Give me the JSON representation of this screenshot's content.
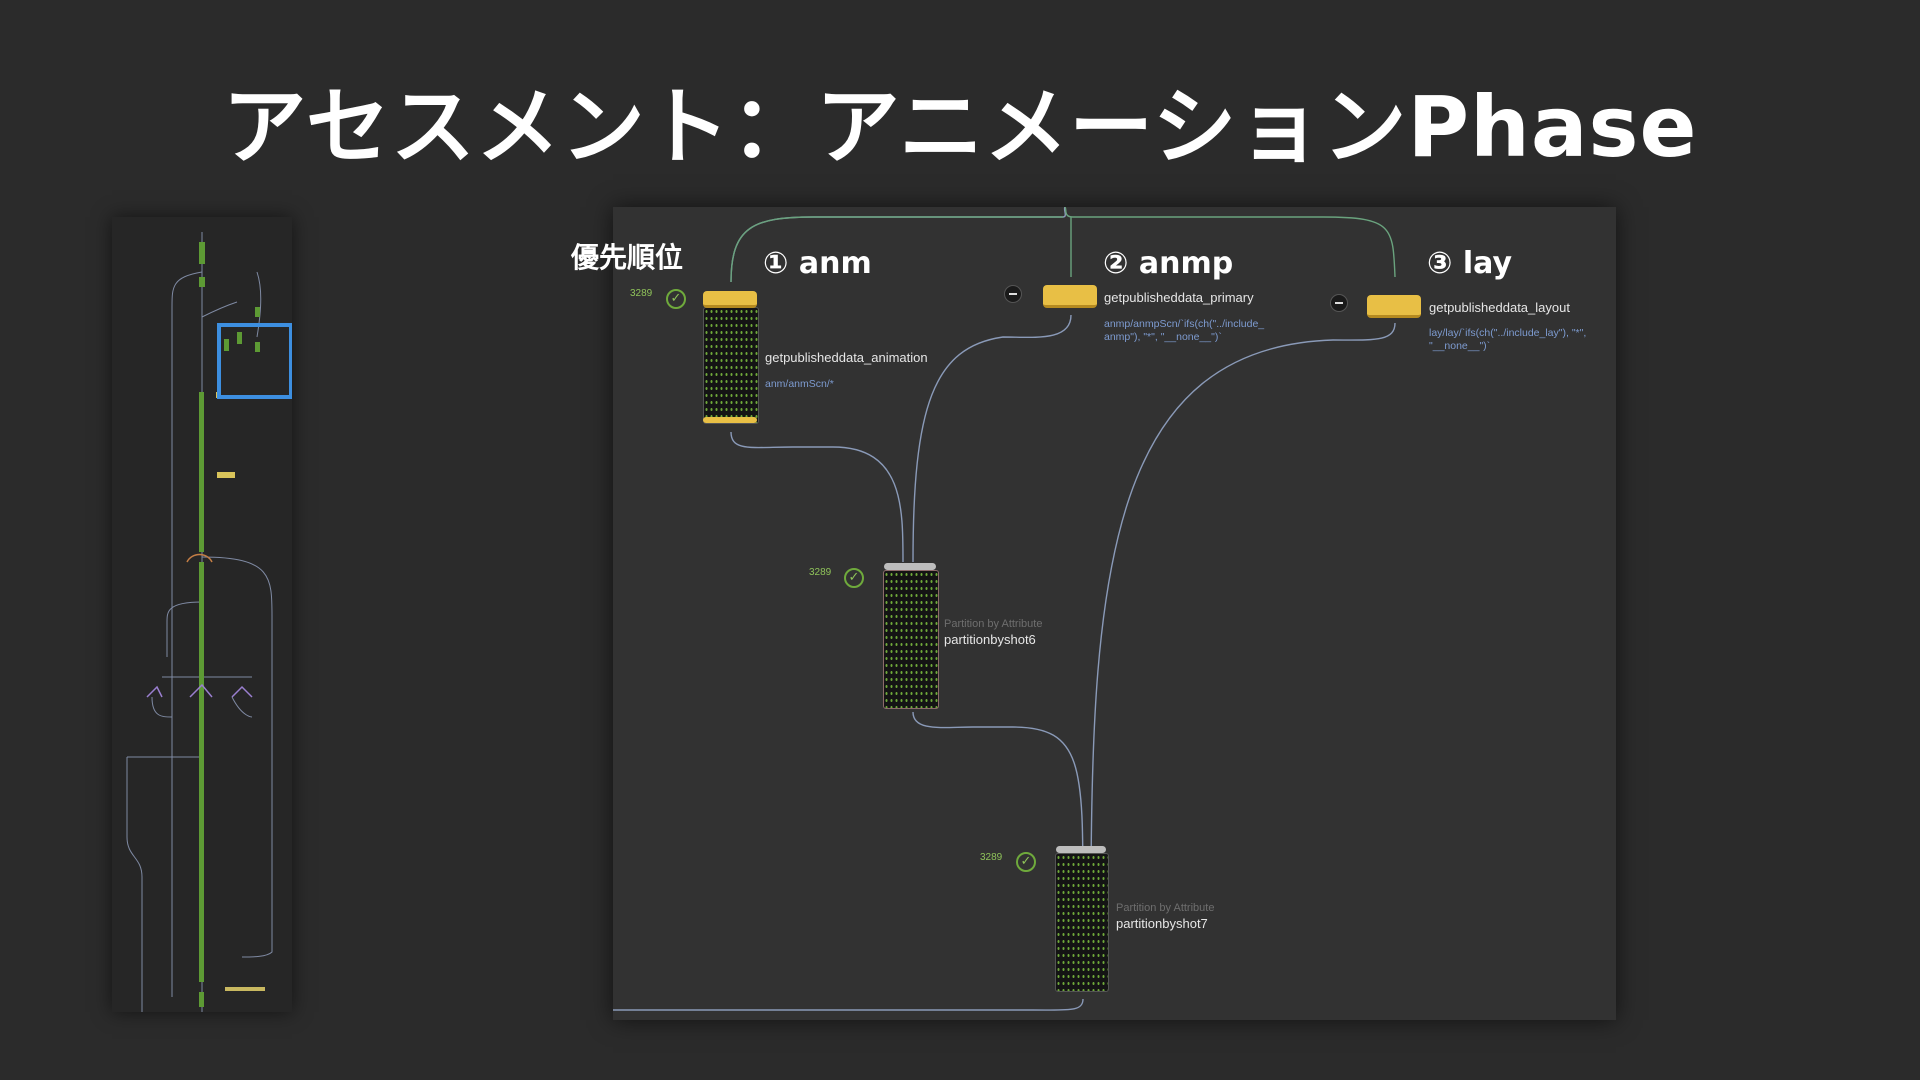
{
  "slide": {
    "title": "アセスメント：アニメーションPhase"
  },
  "priority": {
    "label": "優先順位",
    "items": [
      {
        "label": "① anm"
      },
      {
        "label": "② anmp"
      },
      {
        "label": "③ lay"
      }
    ]
  },
  "nodes": {
    "get_anim": {
      "name": "getpublisheddata_animation",
      "param": "anm/anmScn/*",
      "count": "3289"
    },
    "get_primary": {
      "name": "getpublisheddata_primary",
      "param_line1": "anmp/anmpScn/`ifs(ch(\"../include_",
      "param_line2": "anmp\"), \"*\", \"__none__\")`"
    },
    "get_layout": {
      "name": "getpublisheddata_layout",
      "param_line1": "lay/lay/`ifs(ch(\"../include_lay\"), \"*\",",
      "param_line2": "\"__none__\")`"
    },
    "partition6": {
      "type": "Partition by Attribute",
      "name": "partitionbyshot6",
      "count": "3289"
    },
    "partition7": {
      "type": "Partition by Attribute",
      "name": "partitionbyshot7",
      "count": "3289"
    }
  },
  "colors": {
    "background": "#2b2b2b",
    "panel": "#323232",
    "node_yellow": "#e8bf45",
    "wire": "#8a9ab8",
    "highlight": "#3d8fe0"
  }
}
